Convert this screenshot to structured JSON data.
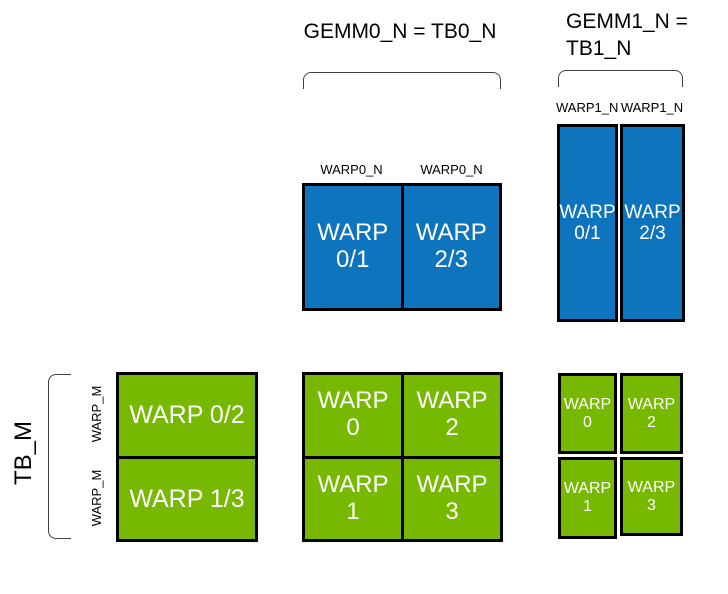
{
  "colors": {
    "blue": "#0E74BD",
    "green": "#76B900",
    "outline": "#000000",
    "bracket": "#404040"
  },
  "labels": {
    "gemm0": "GEMM0_N = TB0_N",
    "gemm1": "GEMM1_N =\nTB1_N",
    "tb_m": "TB_M",
    "warp_m": [
      "WARP_M",
      "WARP_M"
    ],
    "warp0_n": [
      "WARP0_N",
      "WARP0_N"
    ],
    "warp1_n": [
      "WARP1_N",
      "WARP1_N"
    ]
  },
  "tiles": {
    "gemm0_blue": [
      "WARP\n0/1",
      "WARP\n2/3"
    ],
    "gemm1_blue": [
      "WARP\n0/1",
      "WARP\n2/3"
    ],
    "left_green": [
      "WARP 0/2",
      "WARP 1/3"
    ],
    "gemm0_green": [
      "WARP\n0",
      "WARP\n2",
      "WARP\n1",
      "WARP\n3"
    ],
    "gemm1_green": [
      "WARP\n0",
      "WARP\n2",
      "WARP\n1",
      "WARP\n3"
    ]
  }
}
